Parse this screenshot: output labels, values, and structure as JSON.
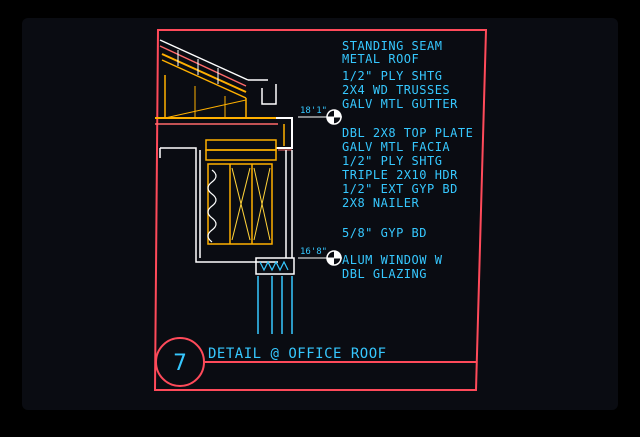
{
  "notes": [
    "STANDING SEAM",
    "METAL ROOF",
    "1/2\" PLY SHTG",
    "2X4 WD TRUSSES",
    "GALV MTL GUTTER",
    "DBL 2X8 TOP PLATE",
    "GALV MTL FACIA",
    "1/2\" PLY SHTG",
    "TRIPLE 2X10 HDR",
    "1/2\" EXT GYP BD",
    "2X8 NAILER",
    "5/8\" GYP BD",
    "ALUM WINDOW W",
    "DBL GLAZING"
  ],
  "elevations": {
    "upper": "18'1\"",
    "lower": "16'8\""
  },
  "title": {
    "detail_number": "7",
    "text": "DETAIL @ OFFICE ROOF"
  },
  "colors": {
    "border": "#ff4a5a",
    "text": "#36c8ff",
    "framing": "#ffb000",
    "wall": "#ffffff",
    "insulation": "#ffd23a",
    "background": "#0a0c12"
  }
}
